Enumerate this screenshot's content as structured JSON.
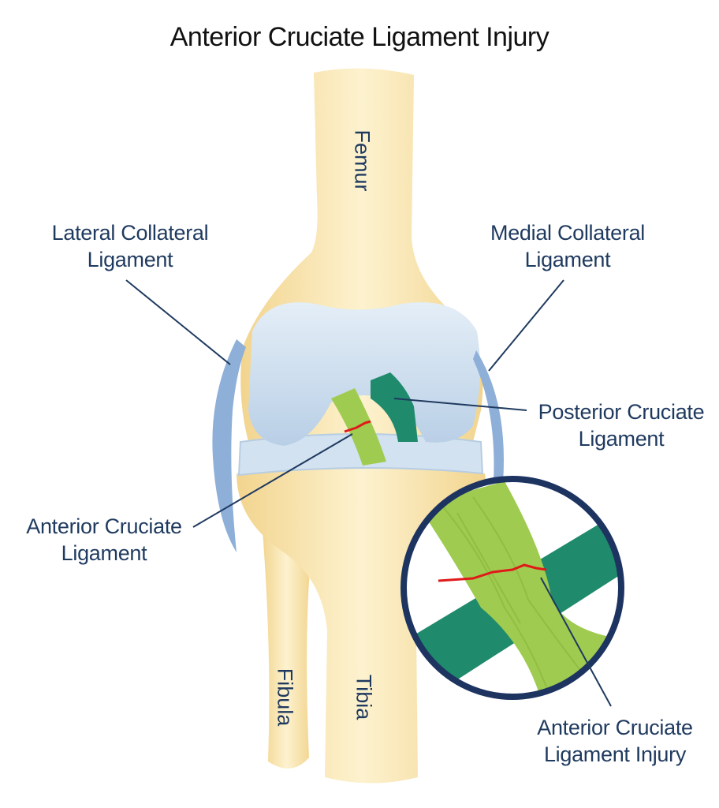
{
  "title": "Anterior Cruciate Ligament Injury",
  "labels": {
    "femur": "Femur",
    "tibia": "Tibia",
    "fibula": "Fibula",
    "lateral_collateral": [
      "Lateral Collateral",
      "Ligament"
    ],
    "medial_collateral": [
      "Medial Collateral",
      "Ligament"
    ],
    "posterior_cruciate": [
      "Posterior Cruciate",
      "Ligament"
    ],
    "anterior_cruciate": [
      "Anterior Cruciate",
      "Ligament"
    ],
    "acl_injury": [
      "Anterior Cruciate",
      "Ligament Injury"
    ]
  },
  "colors": {
    "bone": "#f5dc9c",
    "bone_light": "#fdf2cf",
    "cartilage": "#c8dbec",
    "collateral": "#8eafd8",
    "acl": "#9fcb50",
    "pcl": "#1f8a6c",
    "tear": "#e01a1a",
    "text": "#1f3a5f",
    "inset_border": "#1d3461"
  }
}
